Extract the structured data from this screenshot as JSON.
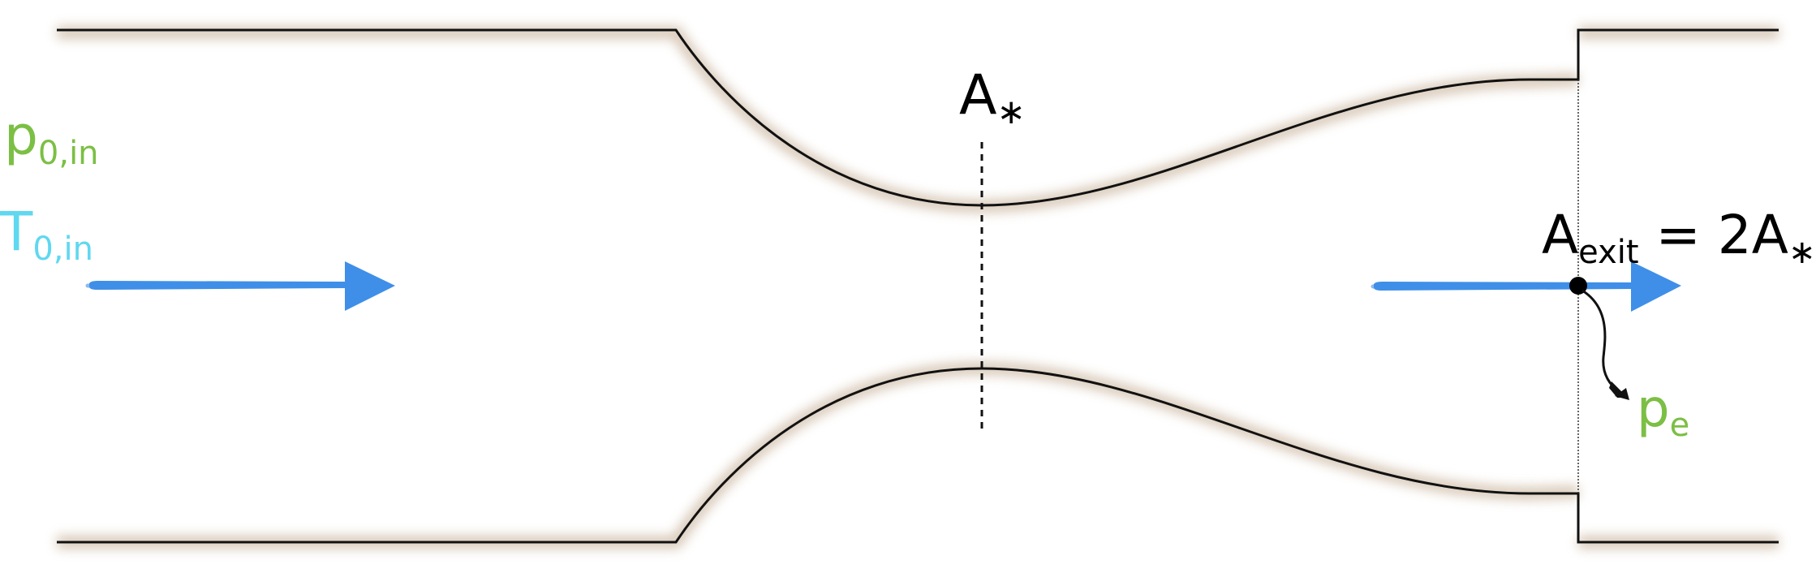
{
  "labels": {
    "inlet_pressure": {
      "base": "p",
      "sub": "0,in"
    },
    "inlet_temperature": {
      "base": "T",
      "sub": "0,in"
    },
    "throat_area": {
      "base": "A",
      "sub": "∗"
    },
    "exit_area": {
      "base": "A",
      "sub": "exit",
      "rest": " = 2A",
      "rest_sub": "∗"
    },
    "exit_pressure": {
      "base": "p",
      "sub": "e"
    }
  },
  "colors": {
    "pressure": "#7bbf44",
    "temperature": "#5fd8f0",
    "flow_arrow": "#3f8fe8",
    "wall": "#111111",
    "shadow": "#b89b7c"
  }
}
